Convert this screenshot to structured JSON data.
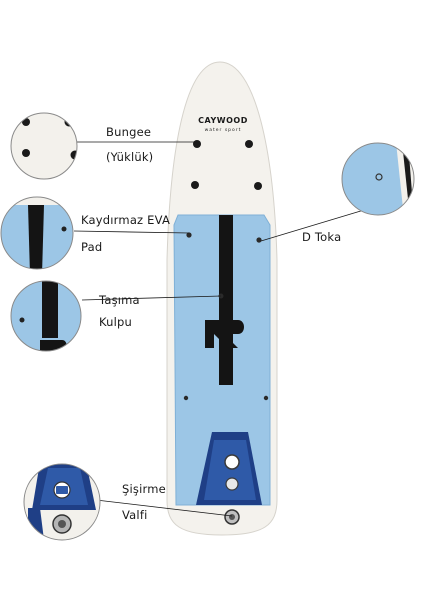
{
  "brand": {
    "name": "CAYWOOD",
    "tagline": "water sport"
  },
  "callouts": {
    "bungee": {
      "line1": "Bungee",
      "line2": "(Yüklük)"
    },
    "eva_pad": {
      "line1": "Kaydırmaz EVA",
      "line2": "Pad"
    },
    "d_ring": {
      "line1": "D Toka"
    },
    "handle": {
      "line1": "Taşıma",
      "line2": "Kulpu"
    },
    "valve": {
      "line1": "Şişirme",
      "line2": "Valfi"
    }
  },
  "colors": {
    "board_white": "#f4f2ed",
    "deck_blue": "#9cc6e6",
    "stripe_black": "#141414",
    "tail_navy": "#1f3f86",
    "leader_line": "#1a1a1a"
  }
}
